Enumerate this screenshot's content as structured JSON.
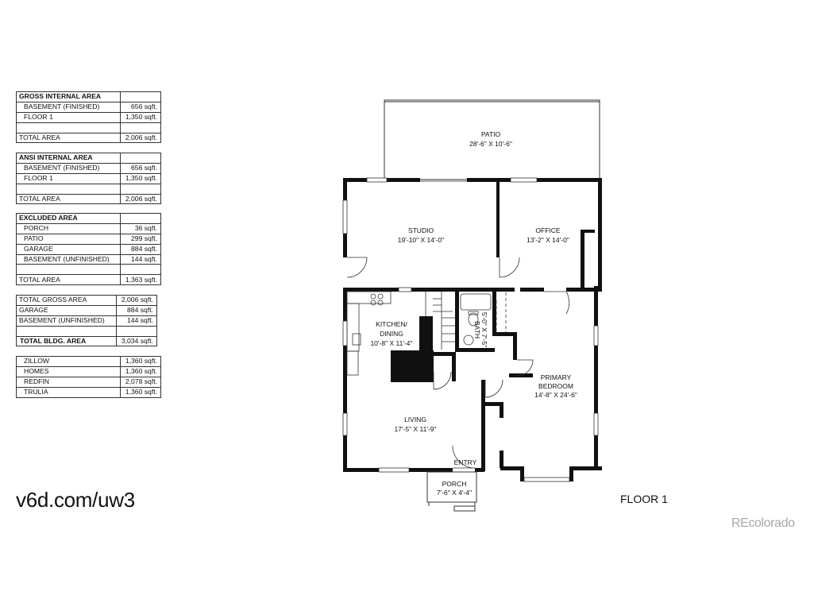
{
  "area_tables": [
    {
      "rows": [
        {
          "label": "GROSS INTERNAL AREA",
          "value": "",
          "style": "hd"
        },
        {
          "label": "BASEMENT (FINISHED)",
          "value": "656 sqft.",
          "style": "ind"
        },
        {
          "label": "FLOOR 1",
          "value": "1,350 sqft.",
          "style": "ind"
        },
        {
          "label": "",
          "value": "",
          "style": "ind"
        },
        {
          "label": "TOTAL AREA",
          "value": "2,006 sqft.",
          "style": "tot"
        }
      ]
    },
    {
      "rows": [
        {
          "label": "ANSI INTERNAL AREA",
          "value": "",
          "style": "hd"
        },
        {
          "label": "BASEMENT (FINISHED)",
          "value": "656 sqft.",
          "style": "ind"
        },
        {
          "label": "FLOOR 1",
          "value": "1,350 sqft.",
          "style": "ind"
        },
        {
          "label": "",
          "value": "",
          "style": "ind"
        },
        {
          "label": "TOTAL AREA",
          "value": "2,006 sqft.",
          "style": "tot"
        }
      ]
    },
    {
      "rows": [
        {
          "label": "EXCLUDED AREA",
          "value": "",
          "style": "hd"
        },
        {
          "label": "PORCH",
          "value": "36 sqft.",
          "style": "ind"
        },
        {
          "label": "PATIO",
          "value": "299 sqft.",
          "style": "ind"
        },
        {
          "label": "GARAGE",
          "value": "884 sqft.",
          "style": "ind"
        },
        {
          "label": "BASEMENT (UNFINISHED)",
          "value": "144 sqft.",
          "style": "ind"
        },
        {
          "label": "",
          "value": "",
          "style": "ind"
        },
        {
          "label": "TOTAL AREA",
          "value": "1,363 sqft.",
          "style": "tot"
        }
      ]
    },
    {
      "rows": [
        {
          "label": "TOTAL GROSS AREA",
          "value": "2,006 sqft.",
          "style": "tot"
        },
        {
          "label": "GARAGE",
          "value": "884 sqft.",
          "style": "tot"
        },
        {
          "label": "BASEMENT (UNFINISHED)",
          "value": "144 sqft.",
          "style": "tot"
        },
        {
          "label": "",
          "value": "",
          "style": "tot"
        },
        {
          "label": "TOTAL BLDG. AREA",
          "value": "3,034 sqft.",
          "style": "bold"
        }
      ]
    },
    {
      "rows": [
        {
          "label": "ZILLOW",
          "value": "1,360 sqft.",
          "style": "ind"
        },
        {
          "label": "HOMES",
          "value": "1,360 sqft.",
          "style": "ind"
        },
        {
          "label": "REDFIN",
          "value": "2,078 sqft.",
          "style": "ind"
        },
        {
          "label": "TRULIA",
          "value": "1,360 sqft.",
          "style": "ind"
        }
      ]
    }
  ],
  "rooms": {
    "patio": {
      "name": "PATIO",
      "dims": "28'-6\" X 10'-6\""
    },
    "studio": {
      "name": "STUDIO",
      "dims": "19'-10\" X 14'-0\""
    },
    "office": {
      "name": "OFFICE",
      "dims": "13'-2\" X 14'-0\""
    },
    "kitchen": {
      "name1": "KITCHEN/",
      "name2": "DINING",
      "dims": "10'-8\" X 11'-4\""
    },
    "bath": {
      "name": "BATH",
      "dims": "5'-0\" X 7'-5\""
    },
    "primary": {
      "name1": "PRIMARY",
      "name2": "BEDROOM",
      "dims": "14'-8\" X 24'-6\""
    },
    "living": {
      "name": "LIVING",
      "dims": "17'-5\" X 11'-9\""
    },
    "entry": {
      "name": "ENTRY"
    },
    "porch": {
      "name": "PORCH",
      "dims": "7'-6\" X 4'-4\""
    }
  },
  "floor_label": "FLOOR 1",
  "url_text": "v6d.com/uw3",
  "watermark": "REcolorado"
}
